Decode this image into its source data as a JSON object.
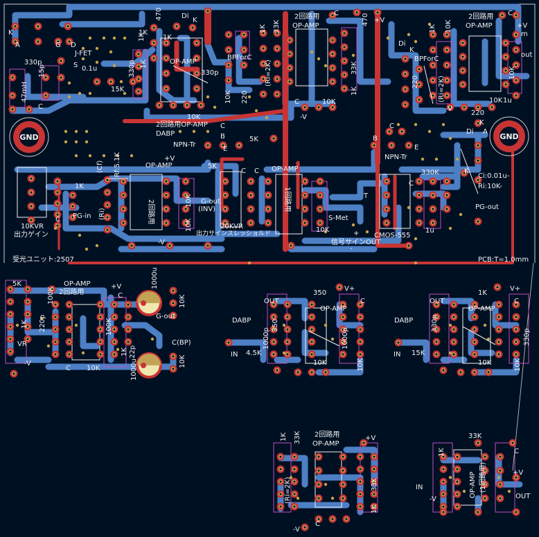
{
  "board": {
    "colors": {
      "background": "#001023",
      "back_copper": "#4d7fc4",
      "front_copper": "#c83434",
      "pad": "#c2a355",
      "via": "#c8a34a",
      "silkscreen": "#f2f2f2",
      "courtyard": "#c050c0",
      "edge_cut": "#d0d0d0"
    },
    "gnd_label": "GND",
    "top_section": {
      "jfet": {
        "pins": [
          "K",
          "A",
          "G",
          "D",
          "S"
        ],
        "label": "J-FET",
        "c1": "330p",
        "c2": "0.1u",
        "r1": "15p",
        "r2": "15K",
        "l1": "47mH",
        "c_lbl": "C",
        "r3": "470"
      },
      "bpf_left": {
        "label_top": "Di",
        "k_label": "K",
        "r1": "1K",
        "c1": "330p",
        "r2": "1K",
        "opamp": "OP-AMP",
        "bpf": "BPForC",
        "r3": "330p",
        "r4": "10K",
        "r5": "220",
        "r6": "10K"
      },
      "opamp_2ch_mid": {
        "title": "2回路用",
        "label": "OP-AMP",
        "c_lbl": "C",
        "r1": "1K",
        "r2": "33K",
        "ri": "(Ri=2K)",
        "r3": "33K",
        "r4": "1K",
        "r5": "10K",
        "r6": "470",
        "minus_v": "-V",
        "plus_v": "+V"
      },
      "bpf_right": {
        "title": "2回路用",
        "label": "OP-AMP",
        "di": "Di",
        "k_label": "K",
        "bpf": "BPForC",
        "r1": "1K",
        "r2": "10K",
        "c_lbl": "C",
        "plus_v": "+V",
        "out": "out",
        "m": "m",
        "ri": "(Ri=2K)",
        "r3": "220",
        "r4": "10K",
        "r5": "1u",
        "minus_v": "-V"
      },
      "dabp_caption": {
        "title": "2回路用OP-AMP",
        "sub": "DABP"
      },
      "npn_left": {
        "label": "NPN-Tr",
        "b": "B",
        "e": "E",
        "r1": "5K",
        "c_lbl": "C"
      },
      "npn_right": {
        "label": "NPN-Tr",
        "b": "B",
        "e": "E",
        "c_lbl": "C"
      },
      "right_diode": {
        "d1": "220",
        "k": "K",
        "di": "Di",
        "ci": "Ci:0.01u-",
        "ri": "Ri:10K-",
        "pg_out": "PG-out",
        "a": "A",
        "k2": "K"
      }
    },
    "mid_section": {
      "vr10k": {
        "label": "10KVR",
        "sub": "出力ゲイン"
      },
      "pg_in": {
        "label": "PG-in",
        "rf": "Rf:5.1K",
        "cf": "(Cf)",
        "ri": "(Ri)",
        "r1": "1K",
        "c_lbl": "C",
        "minus_v": "-V",
        "plus_v": "+V",
        "opamp": "OP-AMP",
        "ch": "2回路用",
        "r2": "10K",
        "r3": "10K"
      },
      "g_out": {
        "label": "G-out",
        "sub": "(INV)",
        "r1": "5K",
        "c_lbl": "C"
      },
      "vr20k": {
        "label": "20KVR",
        "sub": "出力サインスレッショルド"
      },
      "opamp_1ch": {
        "label": "OP-AMP",
        "ch": "1回路用",
        "c_lbl": "C",
        "r1": "10K",
        "s_met": "S-Met",
        "t": "T",
        "sig_out": "信号サインOUT"
      },
      "cmos555": {
        "label": "CMOS-555",
        "r1": "330K",
        "c1": "1u",
        "c_lbl": "C",
        "minus": "-",
        "plus": "+"
      },
      "pcb_note": "PCB:T=1.0mm",
      "unit_label": "受光ユニット:2507"
    },
    "bottom_left": {
      "r1": "5K",
      "r2": "100K",
      "title": "OP-AMP",
      "ch": "2回路用",
      "plus_v": "+V",
      "c1": "1000u",
      "r3": "10K",
      "r4": "1K",
      "c2": "220p",
      "vr": "VR",
      "g_out": "G-out",
      "c3": "C(BP)",
      "r5": "10K",
      "minus_v": "-V",
      "c_lbl": "C",
      "c4": "22p",
      "c5": "1000u",
      "r6": "10K",
      "r7": "1K",
      "r8": "100K"
    },
    "dabp_left": {
      "out": "OUT",
      "v_plus": "V+",
      "r1": "350",
      "dabp": "DABP",
      "r2": "350",
      "c1": "1000p",
      "c2": "1000p",
      "op": "OP-AMP",
      "in": "IN",
      "r3": "4.5K",
      "r4": "10K",
      "r5": "10K",
      "c_lbl": "C"
    },
    "dabp_right": {
      "out": "OUT",
      "v_plus": "V+",
      "r1": "1K",
      "dabp": "DABP",
      "c1": "330p",
      "c2": "330p",
      "op": "OP-AMP",
      "in": "IN",
      "r3": "15K",
      "r4": "10K",
      "r5": "10K",
      "c_lbl": "C"
    },
    "bottom_mid": {
      "title": "2回路用",
      "label": "OP-AMP",
      "r1": "1K",
      "r2": "33K",
      "ri": "(Ri=2K)",
      "r3": "1K",
      "r4": "33K",
      "plus_v": "+V",
      "minus_v": "-V",
      "c_lbl": "C"
    },
    "bottom_right": {
      "r1": "33K",
      "r2": "1K",
      "label": "OP-AMP",
      "ch": "(1回路用)",
      "in": "IN",
      "out": "OUT",
      "plus_v": "+V",
      "minus_v": "-V",
      "c_lbl": "C"
    }
  }
}
